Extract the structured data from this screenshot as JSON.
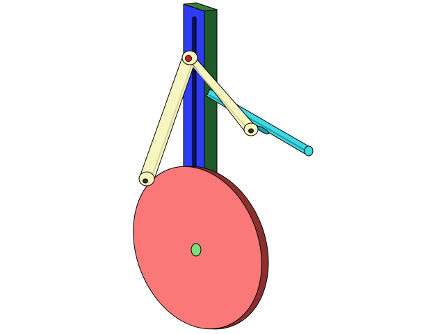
{
  "colors": {
    "background": "#ffffff",
    "outline": "#000000",
    "disc_face": "#fa7878",
    "disc_edge": "#8a3030",
    "disc_hub": "#7be07b",
    "guide_post_front": "#2d3cf0",
    "guide_post_side": "#1f5a2a",
    "guide_post_top": "#3a7d3a",
    "guide_slot": "#0a1160",
    "link_bar": "#f7f5c0",
    "link_bar_shade": "#d9d49a",
    "pivot_pin": "#d81c1c",
    "rod": "#3fd8e0",
    "rod_shade": "#1a9aa6"
  },
  "components": [
    {
      "id": "guide-post",
      "icon": "rectangular-column"
    },
    {
      "id": "disc",
      "icon": "flat-disc"
    },
    {
      "id": "long-link",
      "icon": "link-bar"
    },
    {
      "id": "short-link",
      "icon": "link-bar"
    },
    {
      "id": "slider-rod",
      "icon": "cylinder-rod"
    },
    {
      "id": "pivot-pin",
      "icon": "pin"
    }
  ]
}
